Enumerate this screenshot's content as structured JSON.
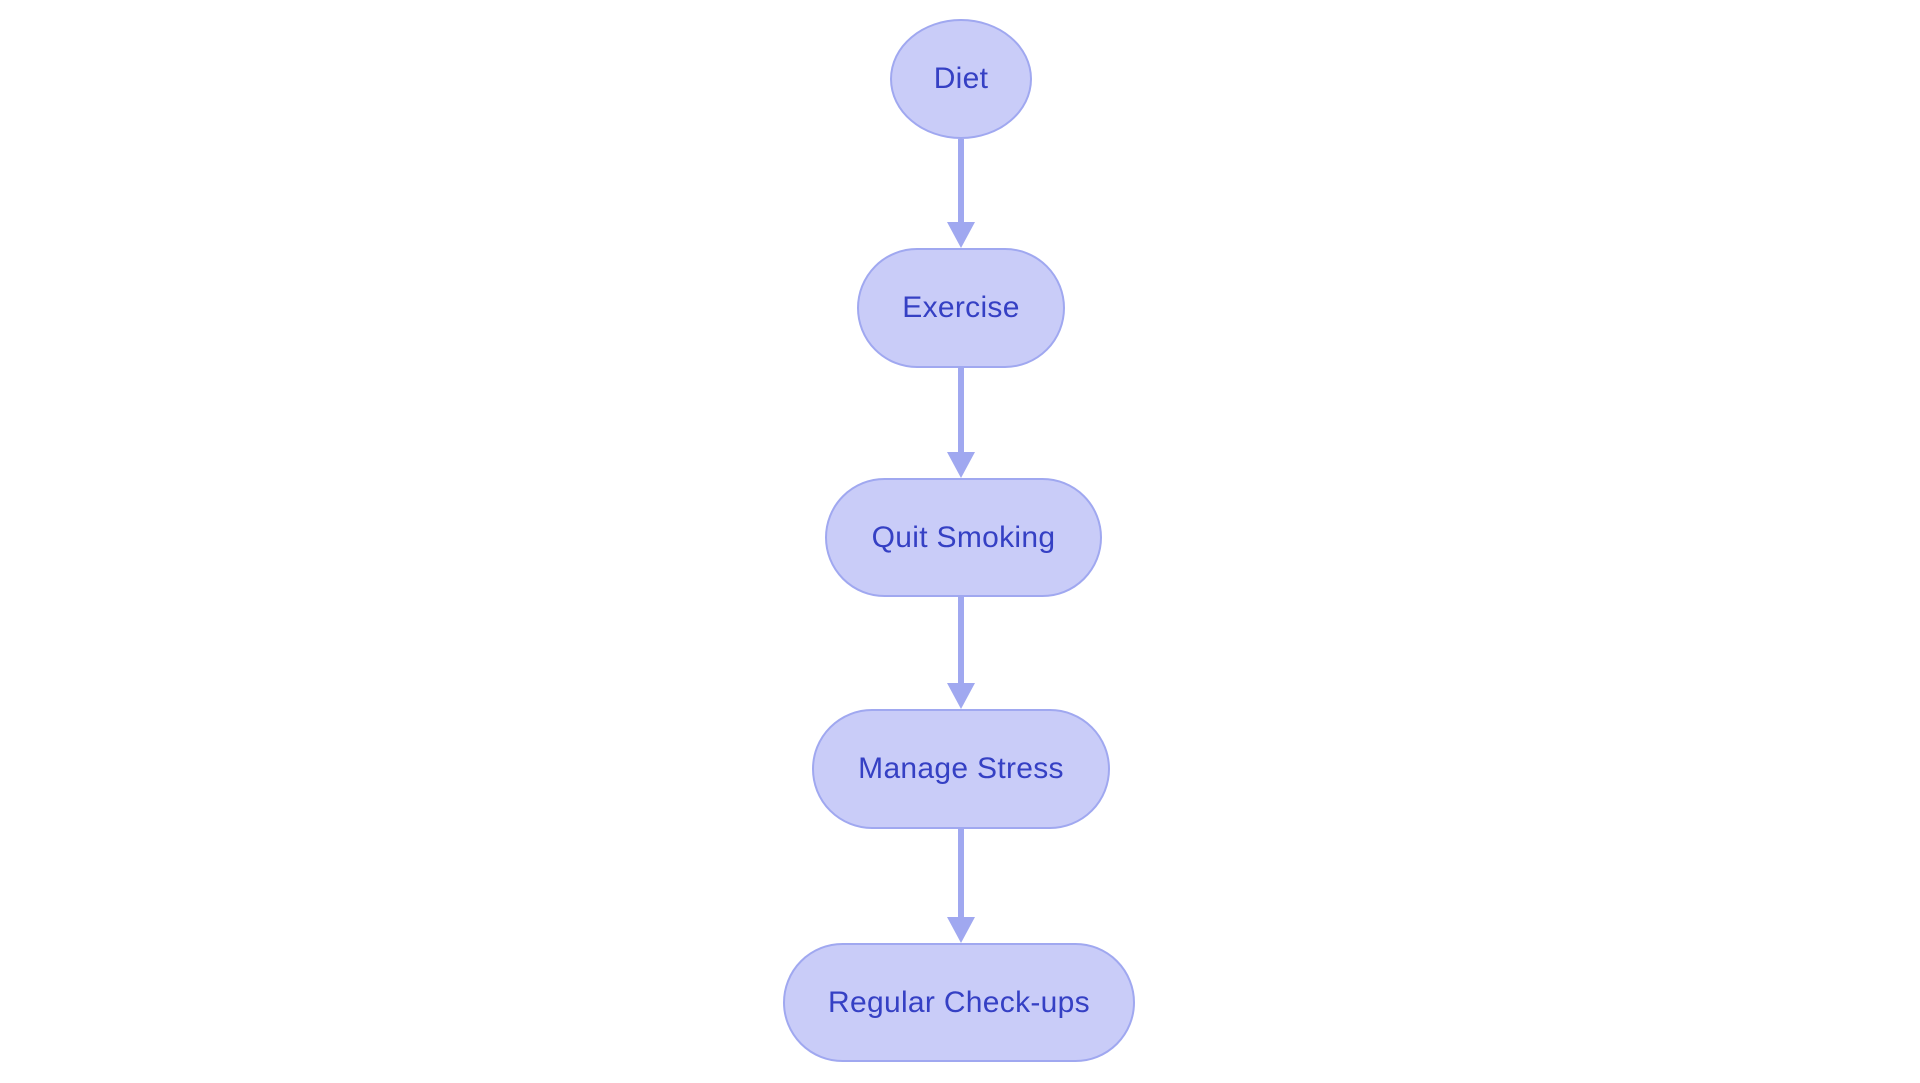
{
  "diagram": {
    "type": "flowchart",
    "direction": "top-down",
    "background_color": "#ffffff",
    "node_fill_color": "#c9ccf8",
    "node_border_color": "#a0a8f0",
    "node_text_color": "#3540c4",
    "arrow_color": "#a0a8f0",
    "nodes": [
      {
        "id": "diet",
        "label": "Diet",
        "shape": "ellipse"
      },
      {
        "id": "exercise",
        "label": "Exercise",
        "shape": "stadium"
      },
      {
        "id": "quit-smoking",
        "label": "Quit Smoking",
        "shape": "stadium"
      },
      {
        "id": "manage-stress",
        "label": "Manage Stress",
        "shape": "stadium"
      },
      {
        "id": "regular-check-ups",
        "label": "Regular Check-ups",
        "shape": "stadium"
      }
    ],
    "edges": [
      {
        "from": "diet",
        "to": "exercise"
      },
      {
        "from": "exercise",
        "to": "quit-smoking"
      },
      {
        "from": "quit-smoking",
        "to": "manage-stress"
      },
      {
        "from": "manage-stress",
        "to": "regular-check-ups"
      }
    ]
  }
}
